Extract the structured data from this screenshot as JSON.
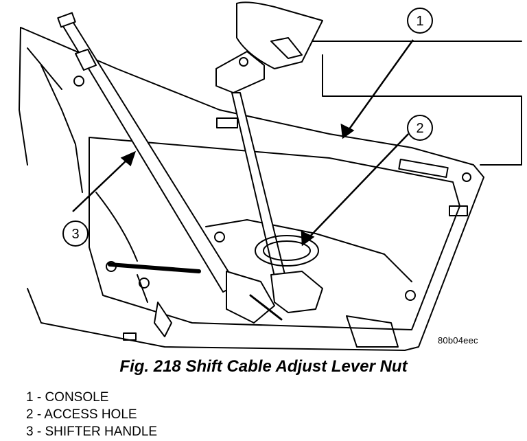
{
  "figure": {
    "code": "80b04eec",
    "caption": "Fig. 218 Shift Cable Adjust Lever Nut",
    "callouts": [
      {
        "number": "1",
        "label": "CONSOLE"
      },
      {
        "number": "2",
        "label": "ACCESS HOLE"
      },
      {
        "number": "3",
        "label": "SHIFTER HANDLE"
      }
    ],
    "legend": [
      "1 - CONSOLE",
      "2 - ACCESS HOLE",
      "3 - SHIFTER HANDLE"
    ]
  }
}
